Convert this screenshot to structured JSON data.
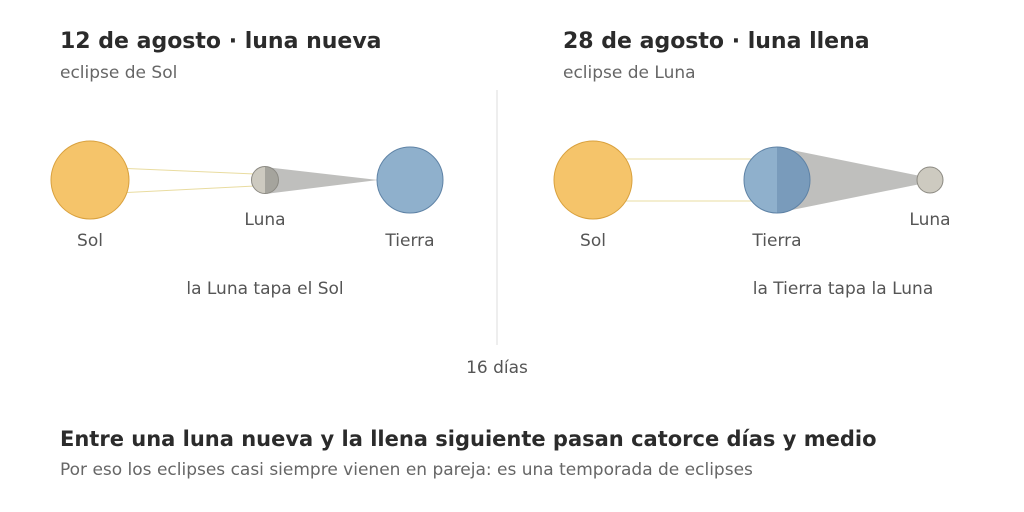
{
  "colors": {
    "sun": "#f5c46a",
    "sun_stroke": "#d9a13e",
    "earth": "#8fb0cc",
    "earth_stroke": "#5f83a6",
    "moon": "#cdcac0",
    "moon_stroke": "#8c8a82",
    "shadow": "#8a8a86",
    "ray": "#e9dca0",
    "divider": "#dddddd"
  },
  "left_panel": {
    "title": "12 de agosto · luna nueva",
    "subtitle": "eclipse de Sol",
    "sun_label": "Sol",
    "moon_label": "Luna",
    "earth_label": "Tierra",
    "caption": "la Luna tapa el Sol"
  },
  "right_panel": {
    "title": "28 de agosto · luna llena",
    "subtitle": "eclipse de Luna",
    "sun_label": "Sol",
    "earth_label": "Tierra",
    "moon_label": "Luna",
    "caption": "la Tierra tapa la Luna"
  },
  "interval_label": "16 días",
  "footer": {
    "title": "Entre una luna nueva y la llena siguiente pasan catorce días y medio",
    "subtitle": "Por eso los eclipses casi siempre vienen en pareja: es una temporada de eclipses"
  }
}
